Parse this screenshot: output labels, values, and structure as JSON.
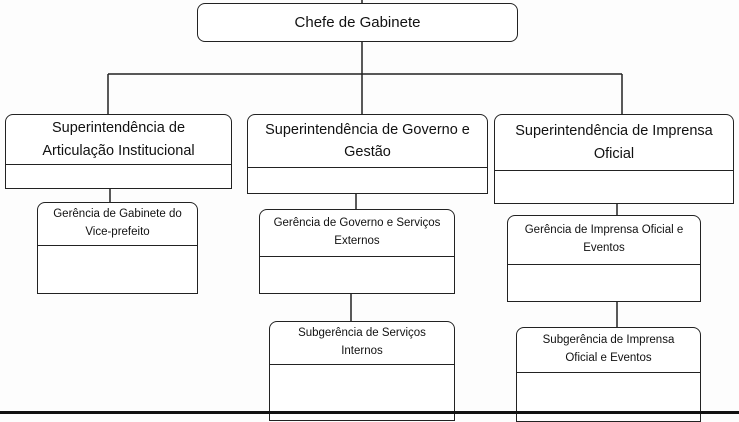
{
  "chart": {
    "root": "Chefe de Gabinete",
    "superintendencias": [
      {
        "title": "Superintendência de Articulação Institucional"
      },
      {
        "title": "Superintendência de Governo e Gestão"
      },
      {
        "title": "Superintendência de Imprensa Oficial"
      }
    ],
    "gerencias": [
      {
        "title": "Gerência de Gabinete do Vice-prefeito"
      },
      {
        "title": "Gerência de Governo e Serviços Externos"
      },
      {
        "title": "Gerência de Imprensa Oficial e Eventos"
      }
    ],
    "subgerencias": [
      {
        "title": "Subgerência de Serviços Internos"
      },
      {
        "title": "Subgerência de Imprensa Oficial e Eventos"
      }
    ]
  }
}
